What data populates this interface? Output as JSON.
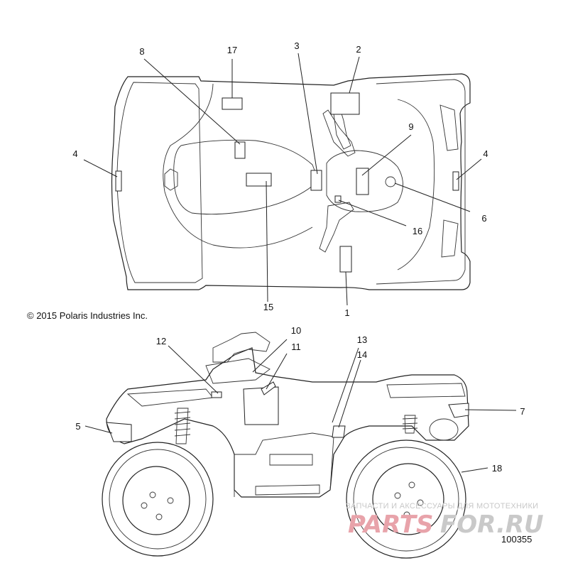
{
  "copyright": "© 2015 Polaris Industries Inc.",
  "document_number": "100355",
  "watermark": {
    "tagline": "ЗАПЧАСТИ И АКСЕССУАРЫ ДЛЯ МОТОТЕХНИКИ",
    "brand_left": "PARTS",
    "brand_right": "FOR.RU",
    "color_left": "#e8a3aa",
    "color_right": "#c9c9c9"
  },
  "callouts": {
    "c1": "1",
    "c2": "2",
    "c3": "3",
    "c4a": "4",
    "c4b": "4",
    "c5": "5",
    "c6": "6",
    "c7": "7",
    "c8": "8",
    "c9": "9",
    "c10": "10",
    "c11": "11",
    "c12": "12",
    "c13": "13",
    "c14": "14",
    "c15": "15",
    "c16": "16",
    "c17": "17",
    "c18": "18"
  }
}
